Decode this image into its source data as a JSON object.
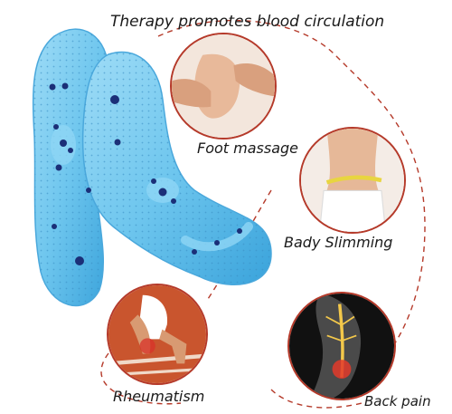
{
  "headline": "Therapy promotes blood circulation",
  "benefits": {
    "foot_massage": "Foot massage",
    "body_slimming": "Bady Slimming",
    "rheumatism": "Rheumatism",
    "back_pain": "Back pain"
  },
  "colors": {
    "insole": "#6ec6ee",
    "insole_dark": "#3aa3db",
    "magnet": "#1b2f78",
    "circle_border": "#b53a2a",
    "dashed_line": "#b53a2a"
  }
}
